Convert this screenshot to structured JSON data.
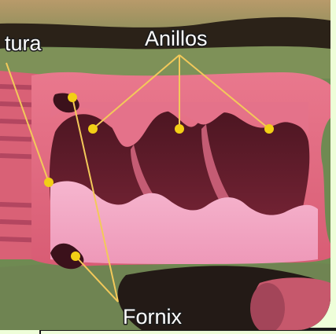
{
  "labels": {
    "top_left": "tura",
    "top_center": "Anillos",
    "bottom": "Fornix"
  },
  "colors": {
    "panel_green": "#eefed9",
    "rule_dark": "#1a1a1a",
    "tissue_pink": "#e66f85",
    "tissue_light_pink": "#f2a7c2",
    "cavity_dark": "#5a1a28",
    "background_green": "#6f8a52",
    "background_dark": "#2a2117",
    "marker_yellow": "#f2cf16",
    "pointer_line": "#f3c95a"
  }
}
